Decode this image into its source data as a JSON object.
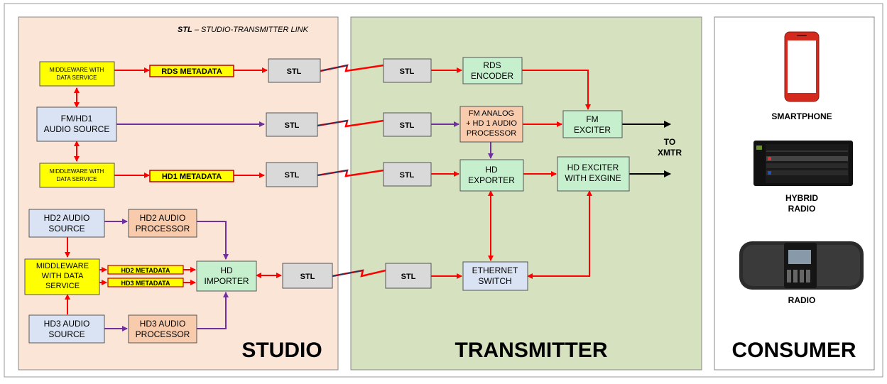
{
  "header_note": {
    "abbr": "STL",
    "text": " – STUDIO-TRANSMITTER LINK"
  },
  "sections": {
    "studio": "STUDIO",
    "transmitter": "TRANSMITTER",
    "consumer": "CONSUMER"
  },
  "studio": {
    "mw_rds": [
      "MIDDLEWARE WITH",
      "DATA SERVICE"
    ],
    "fm_src": [
      "FM/HD1",
      "AUDIO SOURCE"
    ],
    "mw_hd1": [
      "MIDDLEWARE WITH",
      "DATA SERVICE"
    ],
    "rds_meta": "RDS METADATA",
    "hd1_meta": "HD1 METADATA",
    "stl_1": "STL",
    "stl_2": "STL",
    "stl_3": "STL",
    "stl_4": "STL",
    "hd2_src": [
      "HD2 AUDIO",
      "SOURCE"
    ],
    "hd2_proc": [
      "HD2 AUDIO",
      "PROCESSOR"
    ],
    "mw_hd23": [
      "MIDDLEWARE",
      "WITH DATA",
      "SERVICE"
    ],
    "hd2_meta": "HD2 METADATA",
    "hd3_meta": "HD3 METADATA",
    "hd_importer": [
      "HD",
      "IMPORTER"
    ],
    "hd3_src": [
      "HD3 AUDIO",
      "SOURCE"
    ],
    "hd3_proc": [
      "HD3 AUDIO",
      "PROCESSOR"
    ]
  },
  "transmitter": {
    "stl_1": "STL",
    "stl_2": "STL",
    "stl_3": "STL",
    "stl_4": "STL",
    "rds_encoder": [
      "RDS",
      "ENCODER"
    ],
    "fm_analog": [
      "FM ANALOG",
      "+ HD 1 AUDIO",
      "PROCESSOR"
    ],
    "fm_exciter": [
      "FM",
      "EXCITER"
    ],
    "hd_exporter": [
      "HD",
      "EXPORTER"
    ],
    "hd_exciter": [
      "HD EXCITER",
      "WITH EXGINE"
    ],
    "ethernet_switch": [
      "ETHERNET",
      "SWITCH"
    ],
    "to_xmtr": [
      "TO",
      "XMTR"
    ]
  },
  "consumer": {
    "smartphone": "SMARTPHONE",
    "hybrid_radio": [
      "HYBRID",
      "RADIO"
    ],
    "radio": "RADIO"
  },
  "colors": {
    "studio_bg": "#fbe5d6",
    "transmitter_bg": "#d5e1bf",
    "yellow": "#ffff00",
    "stl_gray": "#d9d9d9",
    "blue_box": "#dae3f3",
    "orange_box": "#f8cbad",
    "green_box": "#c6efce",
    "red_arrow": "#ff0000",
    "purple_arrow": "#7030a0"
  }
}
